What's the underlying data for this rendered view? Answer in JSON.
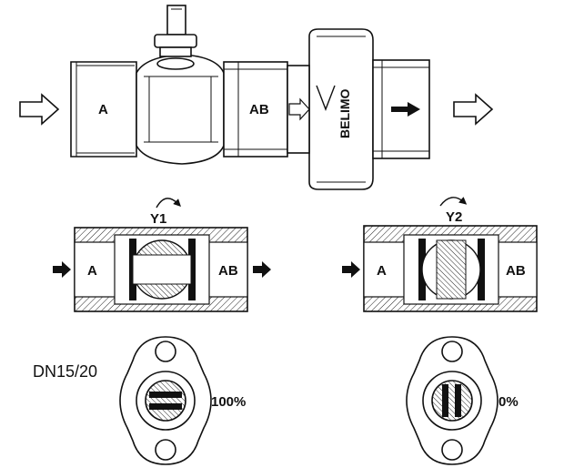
{
  "valve": {
    "port_in": "A",
    "port_out": "AB",
    "brand": "BELIMO"
  },
  "positions": [
    {
      "rotation": "Y1",
      "port_left": "A",
      "port_right": "AB",
      "opening": "100%",
      "state": "open"
    },
    {
      "rotation": "Y2",
      "port_left": "A",
      "port_right": "AB",
      "opening": "0%",
      "state": "closed"
    }
  ],
  "size_label": "DN15/20"
}
